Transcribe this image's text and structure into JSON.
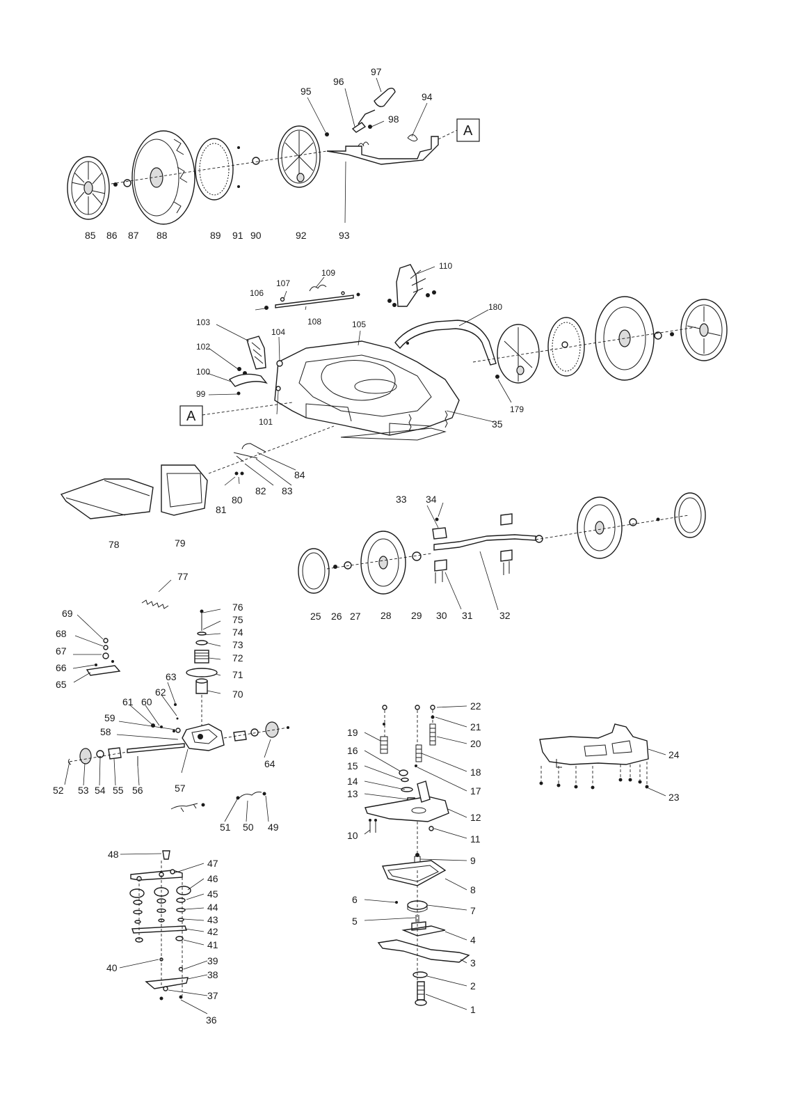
{
  "callout_A": "A",
  "labels": {
    "n1": "1",
    "n2": "2",
    "n3": "3",
    "n4": "4",
    "n5": "5",
    "n6": "6",
    "n7": "7",
    "n8": "8",
    "n9": "9",
    "n10": "10",
    "n11": "11",
    "n12": "12",
    "n13": "13",
    "n14": "14",
    "n15": "15",
    "n16": "16",
    "n17": "17",
    "n18": "18",
    "n19": "19",
    "n20": "20",
    "n21": "21",
    "n22": "22",
    "n23": "23",
    "n24": "24",
    "n25": "25",
    "n26": "26",
    "n27": "27",
    "n28": "28",
    "n29": "29",
    "n30": "30",
    "n31": "31",
    "n32": "32",
    "n33": "33",
    "n34": "34",
    "n35": "35",
    "n36": "36",
    "n37": "37",
    "n38": "38",
    "n39": "39",
    "n40": "40",
    "n41": "41",
    "n42": "42",
    "n43": "43",
    "n44": "44",
    "n45": "45",
    "n46": "46",
    "n47": "47",
    "n48": "48",
    "n49": "49",
    "n50": "50",
    "n51": "51",
    "n52": "52",
    "n53": "53",
    "n54": "54",
    "n55": "55",
    "n56": "56",
    "n57": "57",
    "n58": "58",
    "n59": "59",
    "n60": "60",
    "n61": "61",
    "n62": "62",
    "n63": "63",
    "n64": "64",
    "n65": "65",
    "n66": "66",
    "n67": "67",
    "n68": "68",
    "n69": "69",
    "n70": "70",
    "n71": "71",
    "n72": "72",
    "n73": "73",
    "n74": "74",
    "n75": "75",
    "n76": "76",
    "n77": "77",
    "n78": "78",
    "n79": "79",
    "n80": "80",
    "n81": "81",
    "n82": "82",
    "n83": "83",
    "n84": "84",
    "n85": "85",
    "n86": "86",
    "n87": "87",
    "n88": "88",
    "n89": "89",
    "n90": "90",
    "n91": "91",
    "n92": "92",
    "n93": "93",
    "n94": "94",
    "n95": "95",
    "n96": "96",
    "n97": "97",
    "n98": "98",
    "n99": "99",
    "n100": "100",
    "n101": "101",
    "n102": "102",
    "n103": "103",
    "n104": "104",
    "n105": "105",
    "n106": "106",
    "n107": "107",
    "n108": "108",
    "n109": "109",
    "n110": "110",
    "n179": "179",
    "n180": "180"
  }
}
